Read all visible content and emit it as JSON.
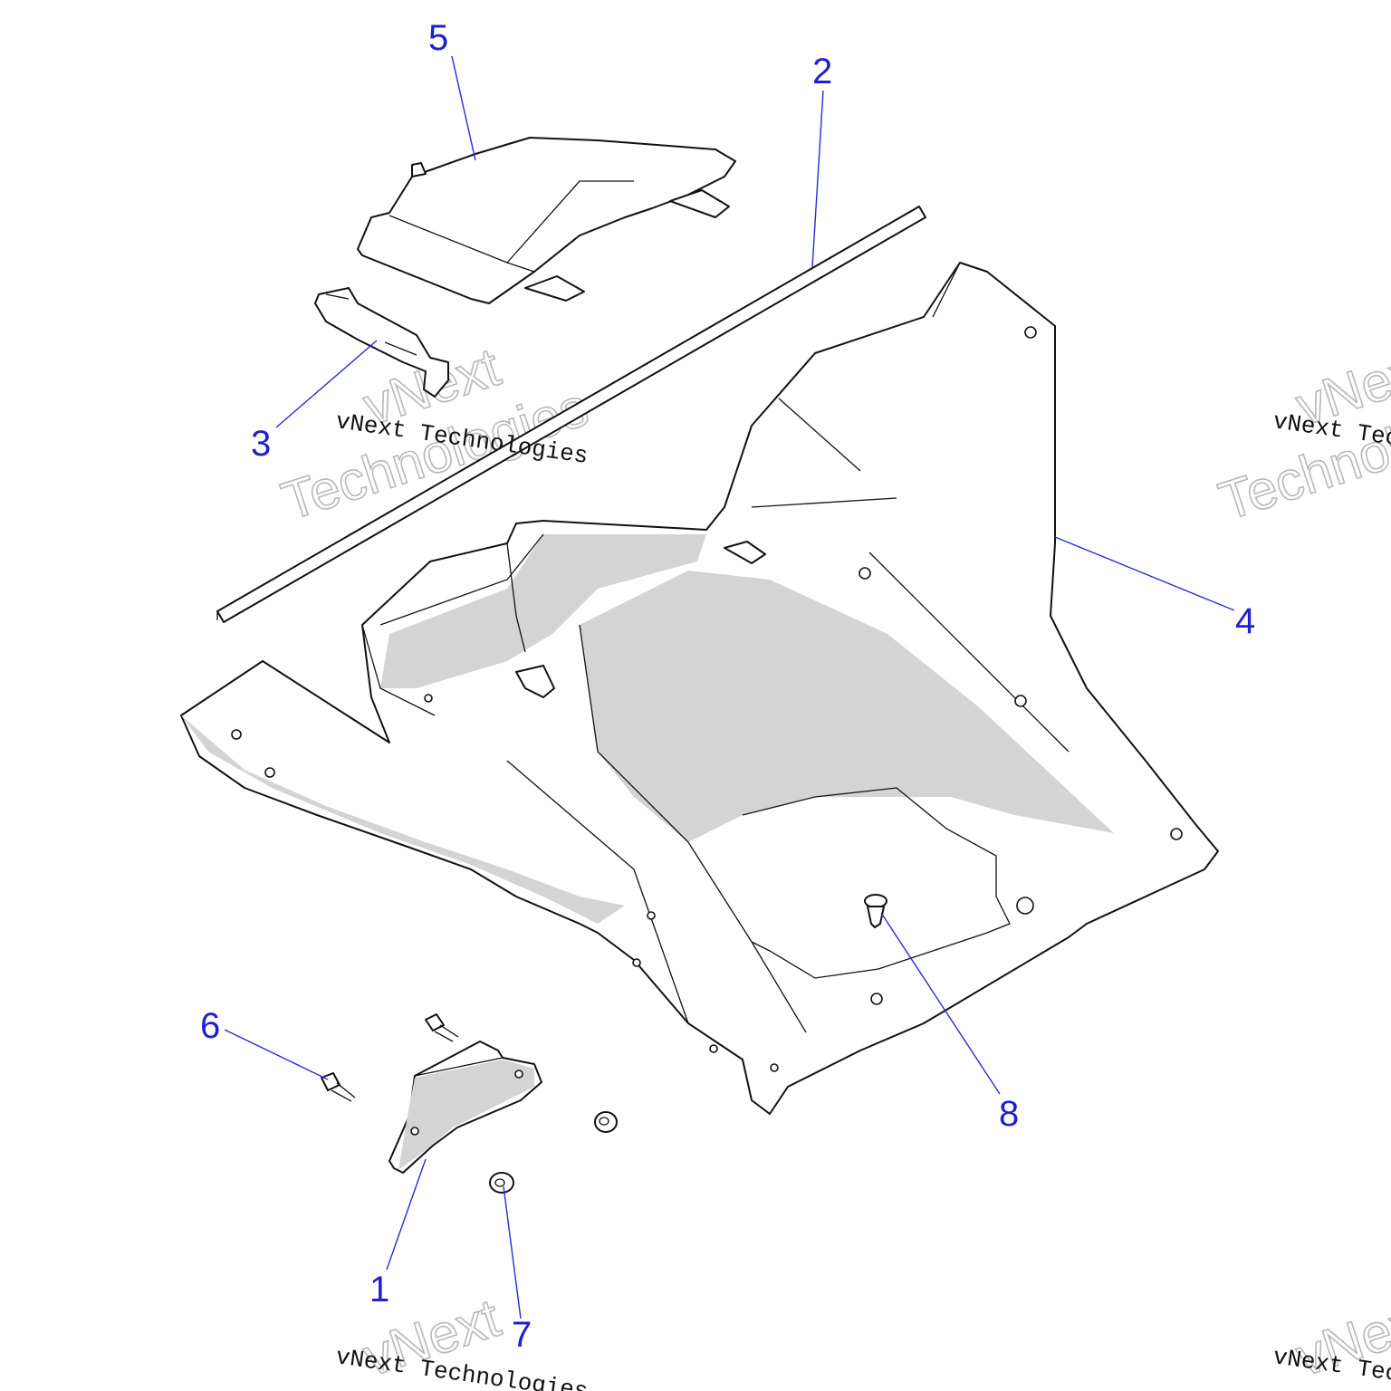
{
  "callouts": [
    {
      "id": "1",
      "label": "1"
    },
    {
      "id": "2",
      "label": "2"
    },
    {
      "id": "3",
      "label": "3"
    },
    {
      "id": "4",
      "label": "4"
    },
    {
      "id": "5",
      "label": "5"
    },
    {
      "id": "6",
      "label": "6"
    },
    {
      "id": "7",
      "label": "7"
    },
    {
      "id": "8",
      "label": "8"
    }
  ],
  "watermark": {
    "company": "vNext Technologies",
    "word1": "vNext",
    "word2": "Technologies"
  },
  "colors": {
    "callout": "#1f1fd0",
    "line": "#111111",
    "shade": "#d4d4d4"
  }
}
